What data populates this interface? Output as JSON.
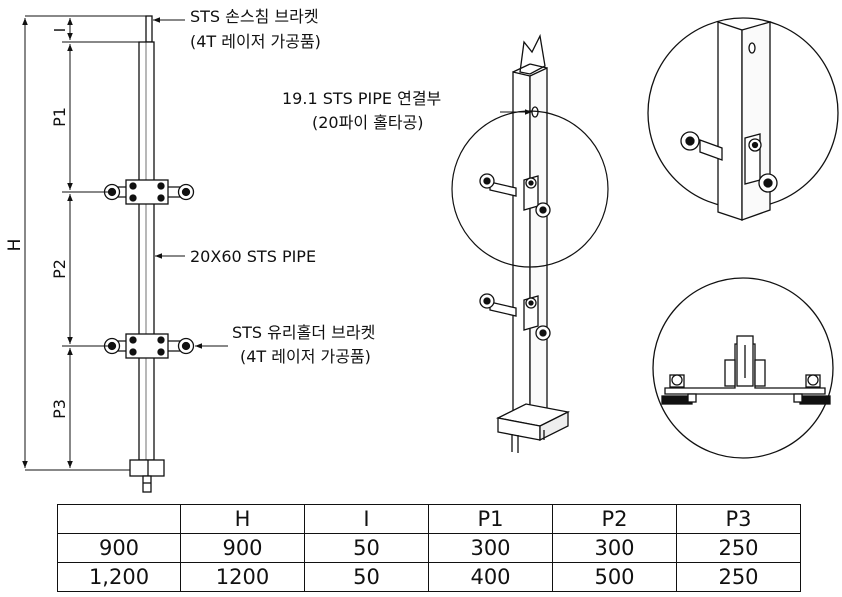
{
  "callouts": {
    "handrail_bracket": {
      "line1": "STS 손스침 브라켓",
      "line2": "(4T 레이저 가공품)"
    },
    "pipe": "20X60 STS PIPE",
    "glass_holder": {
      "line1": "STS 유리홀더 브라켓",
      "line2": "(4T 레이저 가공품)"
    },
    "pipe_joint": {
      "line1": "19.1 STS PIPE 연결부",
      "line2": "(20파이 홀타공)"
    }
  },
  "dimensions": {
    "H": "H",
    "I": "I",
    "P1": "P1",
    "P2": "P2",
    "P3": "P3"
  },
  "table": {
    "headers": [
      "",
      "H",
      "I",
      "P1",
      "P2",
      "P3"
    ],
    "rows": [
      [
        "900",
        "900",
        "50",
        "300",
        "300",
        "250"
      ],
      [
        "1,200",
        "1200",
        "50",
        "400",
        "500",
        "250"
      ]
    ]
  }
}
